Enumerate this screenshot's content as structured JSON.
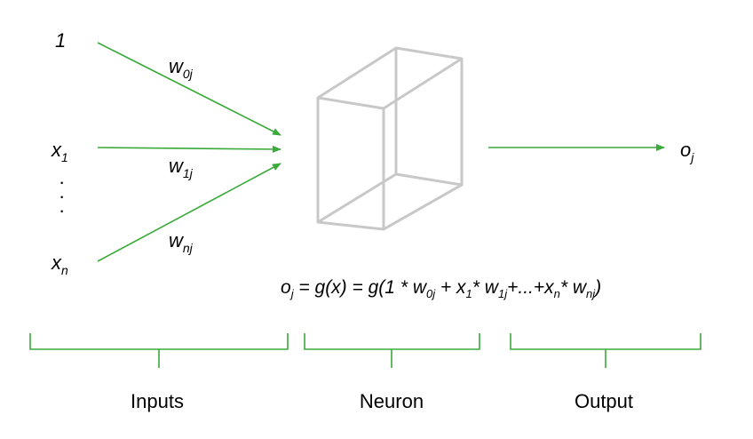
{
  "colors": {
    "edge": "#3aaa3a",
    "neuron": "#c8c8c8",
    "text": "#000000"
  },
  "inputs": {
    "bias": "1",
    "x1": {
      "base": "x",
      "sub": "1"
    },
    "xn": {
      "base": "x",
      "sub": "n"
    },
    "ellipsis": "·"
  },
  "weights": {
    "w0": {
      "base": "w",
      "sub": "0j"
    },
    "w1": {
      "base": "w",
      "sub": "1j"
    },
    "wn": {
      "base": "w",
      "sub": "nj"
    }
  },
  "output": {
    "base": "o",
    "sub": "j"
  },
  "equation": {
    "o": "o",
    "o_sub": "j",
    "mid": " = g(x) = g(1 * ",
    "w0": "w",
    "w0_sub": "0j",
    "plus1": " + ",
    "x1": "x",
    "x1_sub": "1",
    "star1": "* ",
    "w1": "w",
    "w1_sub": "1j",
    "dots": "+...+",
    "xn": "x",
    "xn_sub": "n",
    "star2": "* ",
    "wn": "w",
    "wn_sub": "nj",
    "close": ")"
  },
  "sections": {
    "inputs": "Inputs",
    "neuron": "Neuron",
    "output": "Output"
  }
}
